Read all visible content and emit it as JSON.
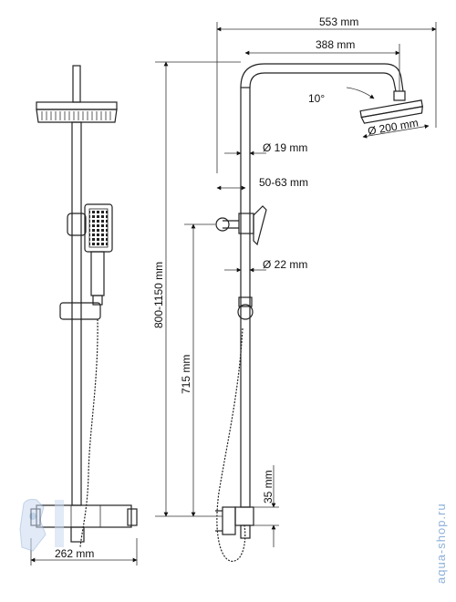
{
  "dimensions": {
    "total_width": "553 mm",
    "arm_length": "388 mm",
    "arm_angle": "10°",
    "head_diameter": "Ø 200 mm",
    "pipe_upper_diameter": "Ø 19 mm",
    "wall_distance": "50-63 mm",
    "pipe_lower_diameter": "Ø 22 mm",
    "height_range": "800-1150 mm",
    "mixer_height": "715 mm",
    "outlet_height": "35 mm",
    "mixer_width": "262 mm"
  },
  "watermark": {
    "text": "aqua-shop.ru"
  },
  "colors": {
    "line": "#222222",
    "watermark": "#8fb0d8"
  }
}
